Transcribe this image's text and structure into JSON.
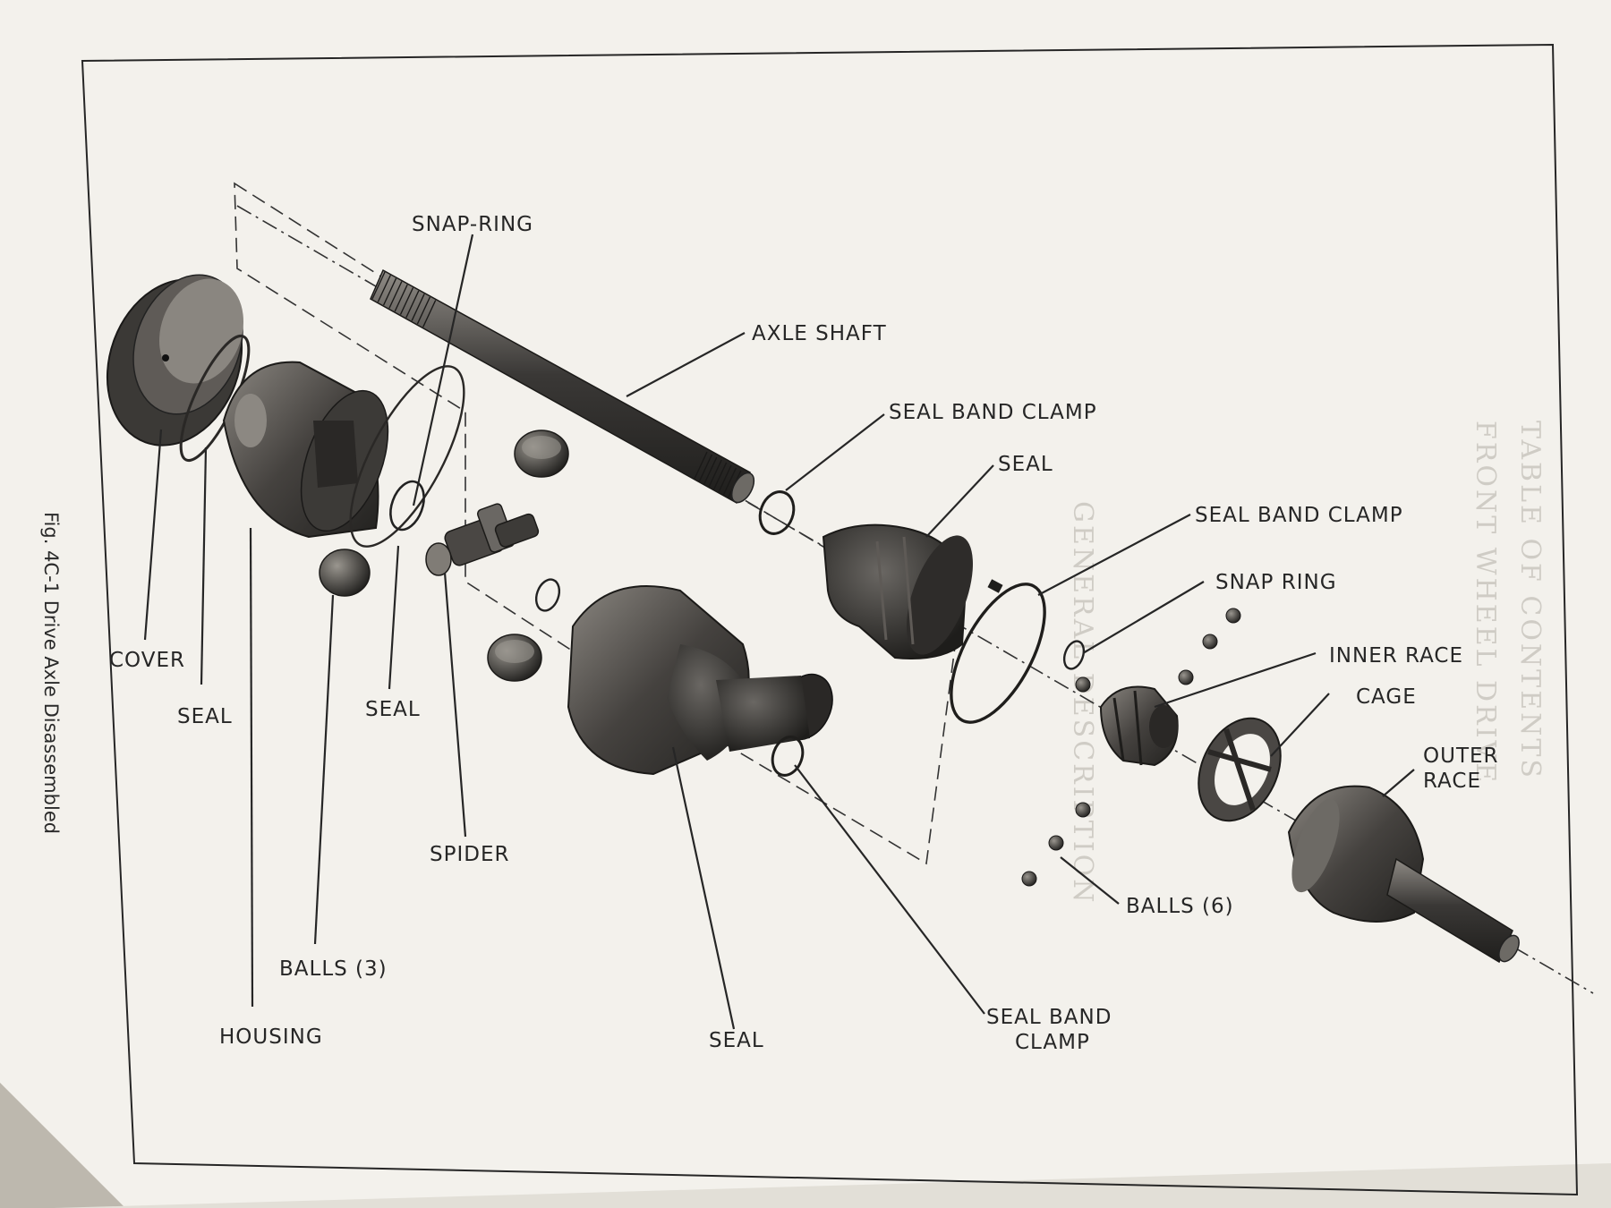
{
  "figure": {
    "caption": "Fig. 4C-1 Drive Axle Disassembled",
    "labels": {
      "snap_ring_top": "SNAP-RING",
      "axle_shaft": "AXLE SHAFT",
      "seal_band_clamp_1": "SEAL BAND CLAMP",
      "seal_boot_upper": "SEAL",
      "seal_band_clamp_2": "SEAL BAND CLAMP",
      "snap_ring_right": "SNAP RING",
      "inner_race": "INNER RACE",
      "cage": "CAGE",
      "outer_race_line1": "OUTER",
      "outer_race_line2": "RACE",
      "balls_six": "BALLS (6)",
      "seal_band_clamp_3_line1": "SEAL BAND",
      "seal_band_clamp_3_line2": "CLAMP",
      "seal_boot_lower": "SEAL",
      "housing": "HOUSING",
      "balls_three": "BALLS (3)",
      "spider": "SPIDER",
      "seal_ring_mid": "SEAL",
      "seal_ring_left": "SEAL",
      "cover": "COVER"
    }
  },
  "colors": {
    "paper": "#f3f1ec",
    "ink": "#262626",
    "metal_dark": "#2f2d2b",
    "metal_mid": "#5d5a56",
    "metal_light": "#9a968f"
  }
}
